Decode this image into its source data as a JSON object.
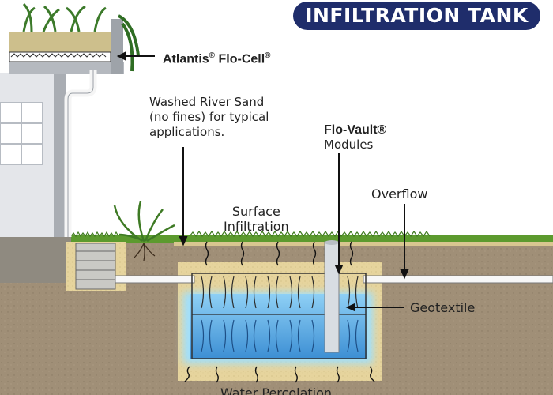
{
  "title": "INFILTRATION TANK",
  "labels": {
    "flo_cell_name": "Atlantis",
    "flo_cell_reg": "®",
    "flo_cell_suffix": " Flo-Cell",
    "flo_cell_reg2": "®",
    "sand_line1": "Washed River Sand",
    "sand_line2": "(no fines) for typical",
    "sand_line3": "applications.",
    "flo_vault_name": "Flo-Vault®",
    "flo_vault_sub": "Modules",
    "overflow": "Overflow",
    "surface_line1": "Surface",
    "surface_line2": "Infiltration",
    "geotextile": "Geotextile",
    "water_percolation": "Water Percolation"
  },
  "colors": {
    "title_bg": "#1f2d6b",
    "soil": "#9b8b74",
    "sand": "#e8d7a0",
    "grass": "#4f8f2a",
    "water": "#5ab0e8",
    "building": "#e4e6ea"
  },
  "icons": [
    "downspout-pipe",
    "pit-icon",
    "plant-icon",
    "arrow-icon",
    "squiggle-arrow-icon"
  ]
}
